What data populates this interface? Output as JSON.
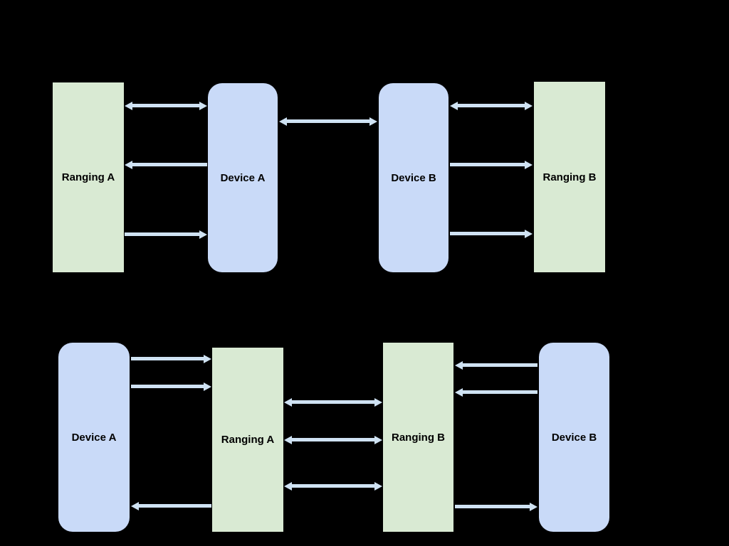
{
  "colors": {
    "background": "#000000",
    "ranging_box": "#d9ead3",
    "device_box": "#c9daf8",
    "arrow": "#cfe2f3",
    "label_text": "#000000"
  },
  "boxes": {
    "top_ranging_a": {
      "label": "Ranging A"
    },
    "top_device_a": {
      "label": "Device A"
    },
    "top_device_b": {
      "label": "Device B"
    },
    "top_ranging_b": {
      "label": "Ranging B"
    },
    "bottom_device_a": {
      "label": "Device A"
    },
    "bottom_ranging_a": {
      "label": "Ranging A"
    },
    "bottom_ranging_b": {
      "label": "Ranging B"
    },
    "bottom_device_b": {
      "label": "Device B"
    }
  },
  "diagram_data": {
    "type": "diagram",
    "sections": [
      {
        "name": "top",
        "nodes": [
          "Ranging A",
          "Device A",
          "Device B",
          "Ranging B"
        ],
        "edges": [
          {
            "from": "Ranging A",
            "to": "Device A",
            "arrowhead": "both"
          },
          {
            "from": "Device A",
            "to": "Ranging A",
            "arrowhead": "left"
          },
          {
            "from": "Ranging A",
            "to": "Device A",
            "arrowhead": "right"
          },
          {
            "from": "Device A",
            "to": "Device B",
            "arrowhead": "both"
          },
          {
            "from": "Device B",
            "to": "Ranging B",
            "arrowhead": "both"
          },
          {
            "from": "Device B",
            "to": "Ranging B",
            "arrowhead": "right"
          },
          {
            "from": "Device B",
            "to": "Ranging B",
            "arrowhead": "right"
          }
        ]
      },
      {
        "name": "bottom",
        "nodes": [
          "Device A",
          "Ranging A",
          "Ranging B",
          "Device B"
        ],
        "edges": [
          {
            "from": "Device A",
            "to": "Ranging A",
            "arrowhead": "right"
          },
          {
            "from": "Device A",
            "to": "Ranging A",
            "arrowhead": "right"
          },
          {
            "from": "Ranging A",
            "to": "Device A",
            "arrowhead": "left"
          },
          {
            "from": "Ranging A",
            "to": "Ranging B",
            "arrowhead": "both"
          },
          {
            "from": "Ranging A",
            "to": "Ranging B",
            "arrowhead": "both"
          },
          {
            "from": "Ranging A",
            "to": "Ranging B",
            "arrowhead": "both"
          },
          {
            "from": "Device B",
            "to": "Ranging B",
            "arrowhead": "left"
          },
          {
            "from": "Device B",
            "to": "Ranging B",
            "arrowhead": "left"
          },
          {
            "from": "Ranging B",
            "to": "Device B",
            "arrowhead": "right"
          }
        ]
      }
    ]
  }
}
